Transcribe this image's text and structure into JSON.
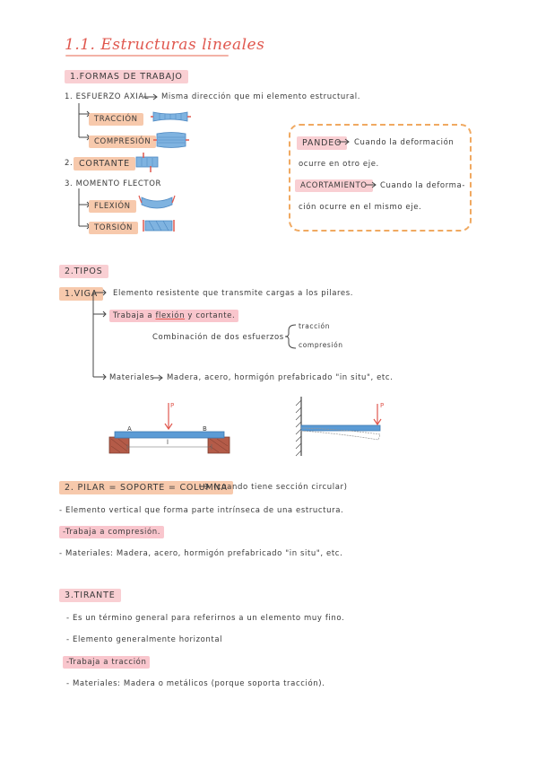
{
  "title": "1.1. Estructuras lineales",
  "s1": {
    "heading": "1.FORMAS DE TRABAJO",
    "axial": "1. ESFUERZO AXIAL",
    "axial_desc": "Misma dirección que mi elemento estructural.",
    "traccion": "TRACCIÓN",
    "compresion": "COMPRESIÓN",
    "cortante_num": "2.",
    "cortante": "CORTANTE",
    "momento": "3. MOMENTO FLECTOR",
    "flexion": "FLEXIÓN",
    "torsion": "TORSIÓN"
  },
  "box": {
    "pandeo": "PANDEO",
    "pandeo_l1": "Cuando la deformación",
    "pandeo_l2": "ocurre en otro eje.",
    "acortamiento": "ACORTAMIENTO",
    "acort_l1": "Cuando la deforma-",
    "acort_l2": "ción ocurre en el mismo eje."
  },
  "s2": {
    "heading": "2.TIPOS",
    "viga": "1.VIGA",
    "viga_l1": "Elemento resistente que transmite cargas a los pilares.",
    "viga_l2a": "Trabaja a",
    "viga_l2b": "flexión",
    "viga_l2c": "y cortante.",
    "comb": "Combinación de dos esfuerzos",
    "comb_a": "tracción",
    "comb_b": "compresión",
    "materiales": "Materiales",
    "materiales_desc": "Madera, acero, hormigón prefabricado \"in situ\", etc.",
    "label_p": "P",
    "label_a": "A",
    "label_b": "B",
    "label_l": "l",
    "label_p2": "P"
  },
  "s3": {
    "pilar": "2. PILAR = SOPORTE = COLUMNA",
    "pilar_note": "(cuando tiene sección circular)",
    "p1": "- Elemento vertical que forma parte intrínseca de una estructura.",
    "p2": "-Trabaja a compresión.",
    "p3": "- Materiales: Madera, acero, hormigón prefabricado \"in situ\", etc."
  },
  "s4": {
    "heading": "3.TIRANTE",
    "t1": "- Es un término general para referirnos a un elemento muy fino.",
    "t2": "- Elemento generalmente horizontal",
    "t3": "-Trabaja a tracción",
    "t4": "- Materiales: Madera o metálicos (porque soporta tracción)."
  },
  "colors": {
    "accent_red": "#e0584f",
    "highlight_pink": "#f9cfd3",
    "highlight_orange": "#f7c9ac",
    "dashed_orange": "#f0a961",
    "element_blue": "#5b9bd5"
  }
}
